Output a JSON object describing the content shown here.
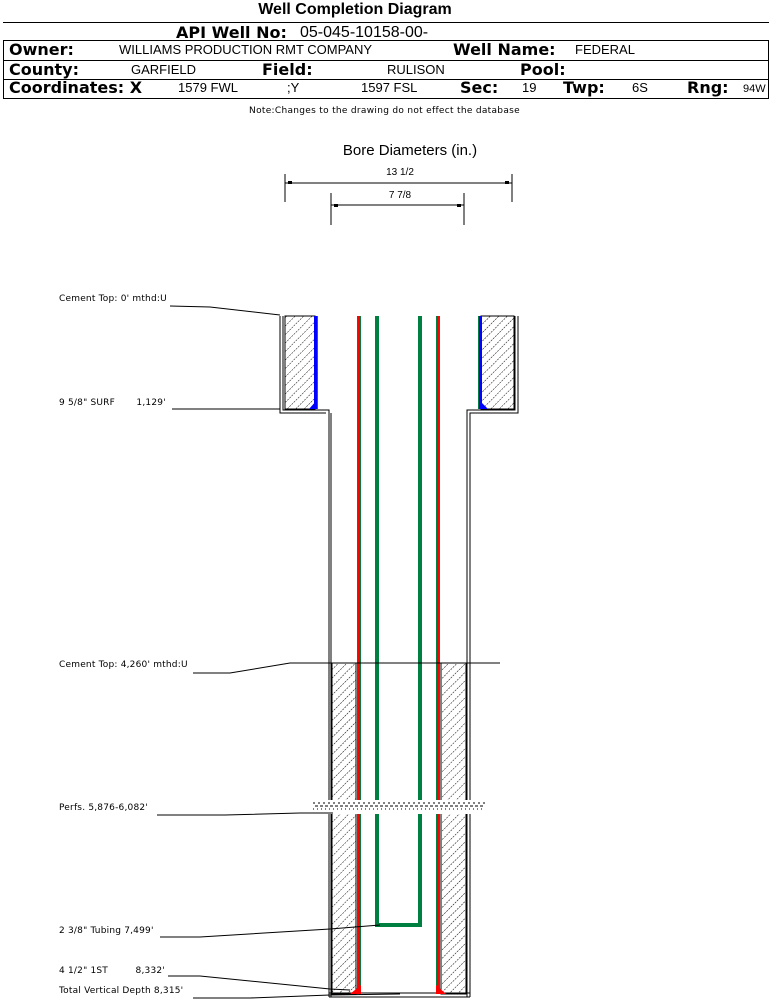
{
  "title": "Well Completion Diagram",
  "header": {
    "api_label": "API Well No:",
    "api_value": "05-045-10158-00-",
    "owner_label": "Owner:",
    "owner_value": "WILLIAMS PRODUCTION RMT COMPANY",
    "well_name_label": "Well Name:",
    "well_name_value": "FEDERAL",
    "county_label": "County:",
    "county_value": "GARFIELD",
    "field_label": "Field:",
    "field_value": "RULISON",
    "pool_label": "Pool:",
    "pool_value": "",
    "coord_x_label": "Coordinates: X",
    "coord_x_value": "1579 FWL",
    "coord_y_label": ";Y",
    "coord_y_value": "1597 FSL",
    "sec_label": "Sec:",
    "sec_value": "19",
    "twp_label": "Twp:",
    "twp_value": "6S",
    "rng_label": "Rng:",
    "rng_value": "94W"
  },
  "note": "Note:Changes to the drawing do not effect the database",
  "bore": {
    "title": "Bore Diameters (in.)",
    "diameters": [
      "13 1/2",
      "7 7/8"
    ]
  },
  "annotations": {
    "cement_top_1": "Cement Top: 0' mthd:U",
    "surface_casing": "9 5/8\" SURF       1,129'",
    "cement_top_2": "Cement Top: 4,260' mthd:U",
    "perfs": "Perfs. 5,876-6,082'",
    "tubing": "2 3/8\" Tubing 7,499'",
    "production_casing": "4 1/2\" 1ST         8,332'",
    "total_depth": "Total Vertical Depth 8,315'"
  },
  "colors": {
    "cement_shoe_surface": "#0000ff",
    "casing_green": "#008040",
    "casing_red": "#ff0000",
    "tubing_green": "#008040"
  }
}
